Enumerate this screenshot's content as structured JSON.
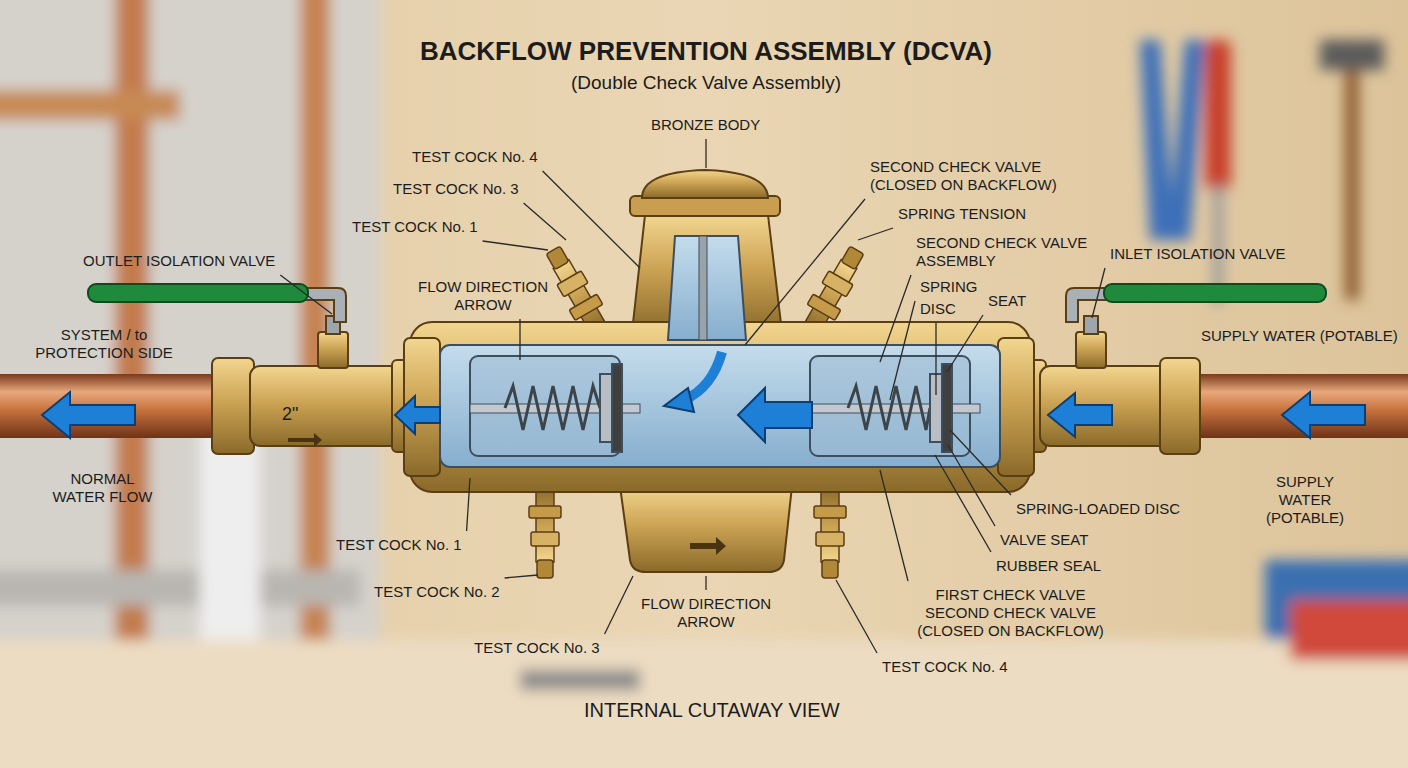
{
  "diagram": {
    "title": "BACKFLOW PREVENTION ASSEMBLY (DCVA)",
    "caption": "INTERNAL CUTAWAY VIEW",
    "labels": [
      "(Double Check Valve Assembly)",
      "BRONZE BODY",
      "TEST COCK No. 4",
      "TEST COCK No. 3",
      "TEST COCK No. 1",
      "SECOND CHECK VALVE (CLOSED ON BACKFLOW)",
      "SPRING TENSION",
      "SECOND CHECK VALVE ASSEMBLY",
      "SPRING",
      "DISC",
      "SEAT",
      "OUTLET ISOLATION VALVE",
      "INLET ISOLATION VALVE",
      "FLOW DIRECTION ARROW",
      "SYSTEM / to PROTECTION SIDE",
      "SUPPLY WATER (POTABLE)",
      "2\"",
      "NORMAL WATER FLOW",
      "SUPPLY WATER (POTABLE)",
      "SPRING-LOADED DISC",
      "VALVE SEAT",
      "RUBBER SEAL",
      "TEST COCK No. 1",
      "TEST COCK No. 2",
      "FIRST CHECK VALVE SECOND CHECK VALVE (CLOSED ON BACKFLOW)",
      "FLOW DIRECTION ARROW",
      "TEST COCK No. 3",
      "TEST COCK No. 4"
    ]
  }
}
